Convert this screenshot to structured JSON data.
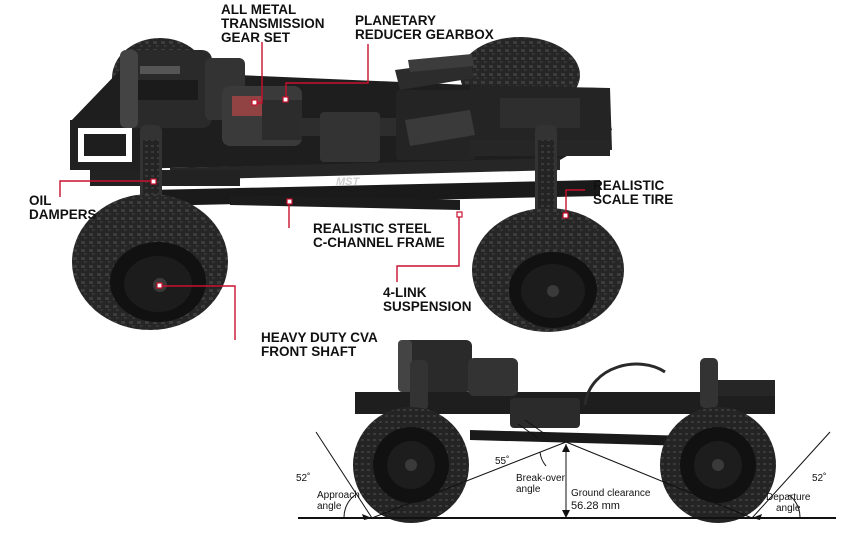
{
  "callouts": {
    "transmission": [
      "ALL METAL",
      "TRANSMISSION",
      "GEAR SET"
    ],
    "planetary": [
      "PLANETARY",
      "REDUCER GEARBOX"
    ],
    "dampers": [
      "OIL",
      "DAMPERS"
    ],
    "frame": [
      "REALISTIC STEEL",
      "C-CHANNEL FRAME"
    ],
    "tire": [
      "REALISTIC",
      "SCALE TIRE"
    ],
    "suspension": [
      "4-LINK",
      "SUSPENSION"
    ],
    "front_shaft": [
      "HEAVY DUTY CVA",
      "FRONT SHAFT"
    ]
  },
  "geometry": {
    "approach_value": "52˚",
    "approach_label": [
      "Approach",
      "angle"
    ],
    "breakover_value": "55˚",
    "breakover_label": [
      "Break-over",
      "angle"
    ],
    "clearance_label": "Ground clearance",
    "clearance_value": "56.28 mm",
    "departure_value": "52˚",
    "departure_label": [
      "Departure",
      "angle"
    ]
  },
  "branding": {
    "logo_text": "MST"
  },
  "colors": {
    "callout_line": "#c8102e",
    "chassis": "#1c1c1c",
    "tire": "#2a2a2a",
    "text": "#111111"
  }
}
